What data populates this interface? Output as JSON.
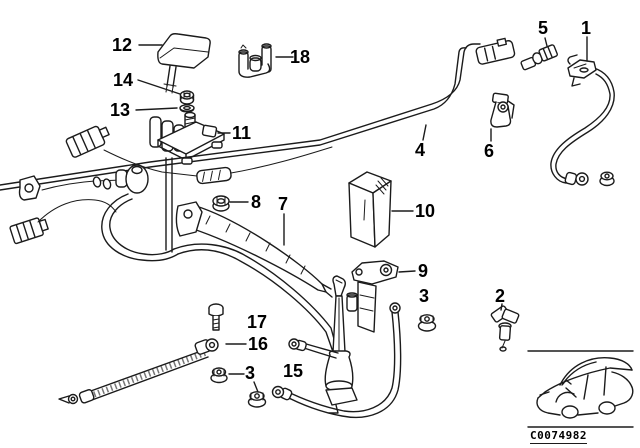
{
  "colors": {
    "background": "#ffffff",
    "line": "#1b1b1b",
    "text": "#000000"
  },
  "callouts": {
    "c1": "1",
    "c2": "2",
    "c3_upper": "3",
    "c3_lower": "3",
    "c4": "4",
    "c5": "5",
    "c6": "6",
    "c7": "7",
    "c8": "8",
    "c9": "9",
    "c10": "10",
    "c11": "11",
    "c12": "12",
    "c13": "13",
    "c14": "14",
    "c15": "15",
    "c16": "16",
    "c17": "17",
    "c18": "18"
  },
  "footer": {
    "drawing_code": "C0074982"
  },
  "inset": {
    "vehicle_icon": "sedan-three-quarter-front-left"
  }
}
